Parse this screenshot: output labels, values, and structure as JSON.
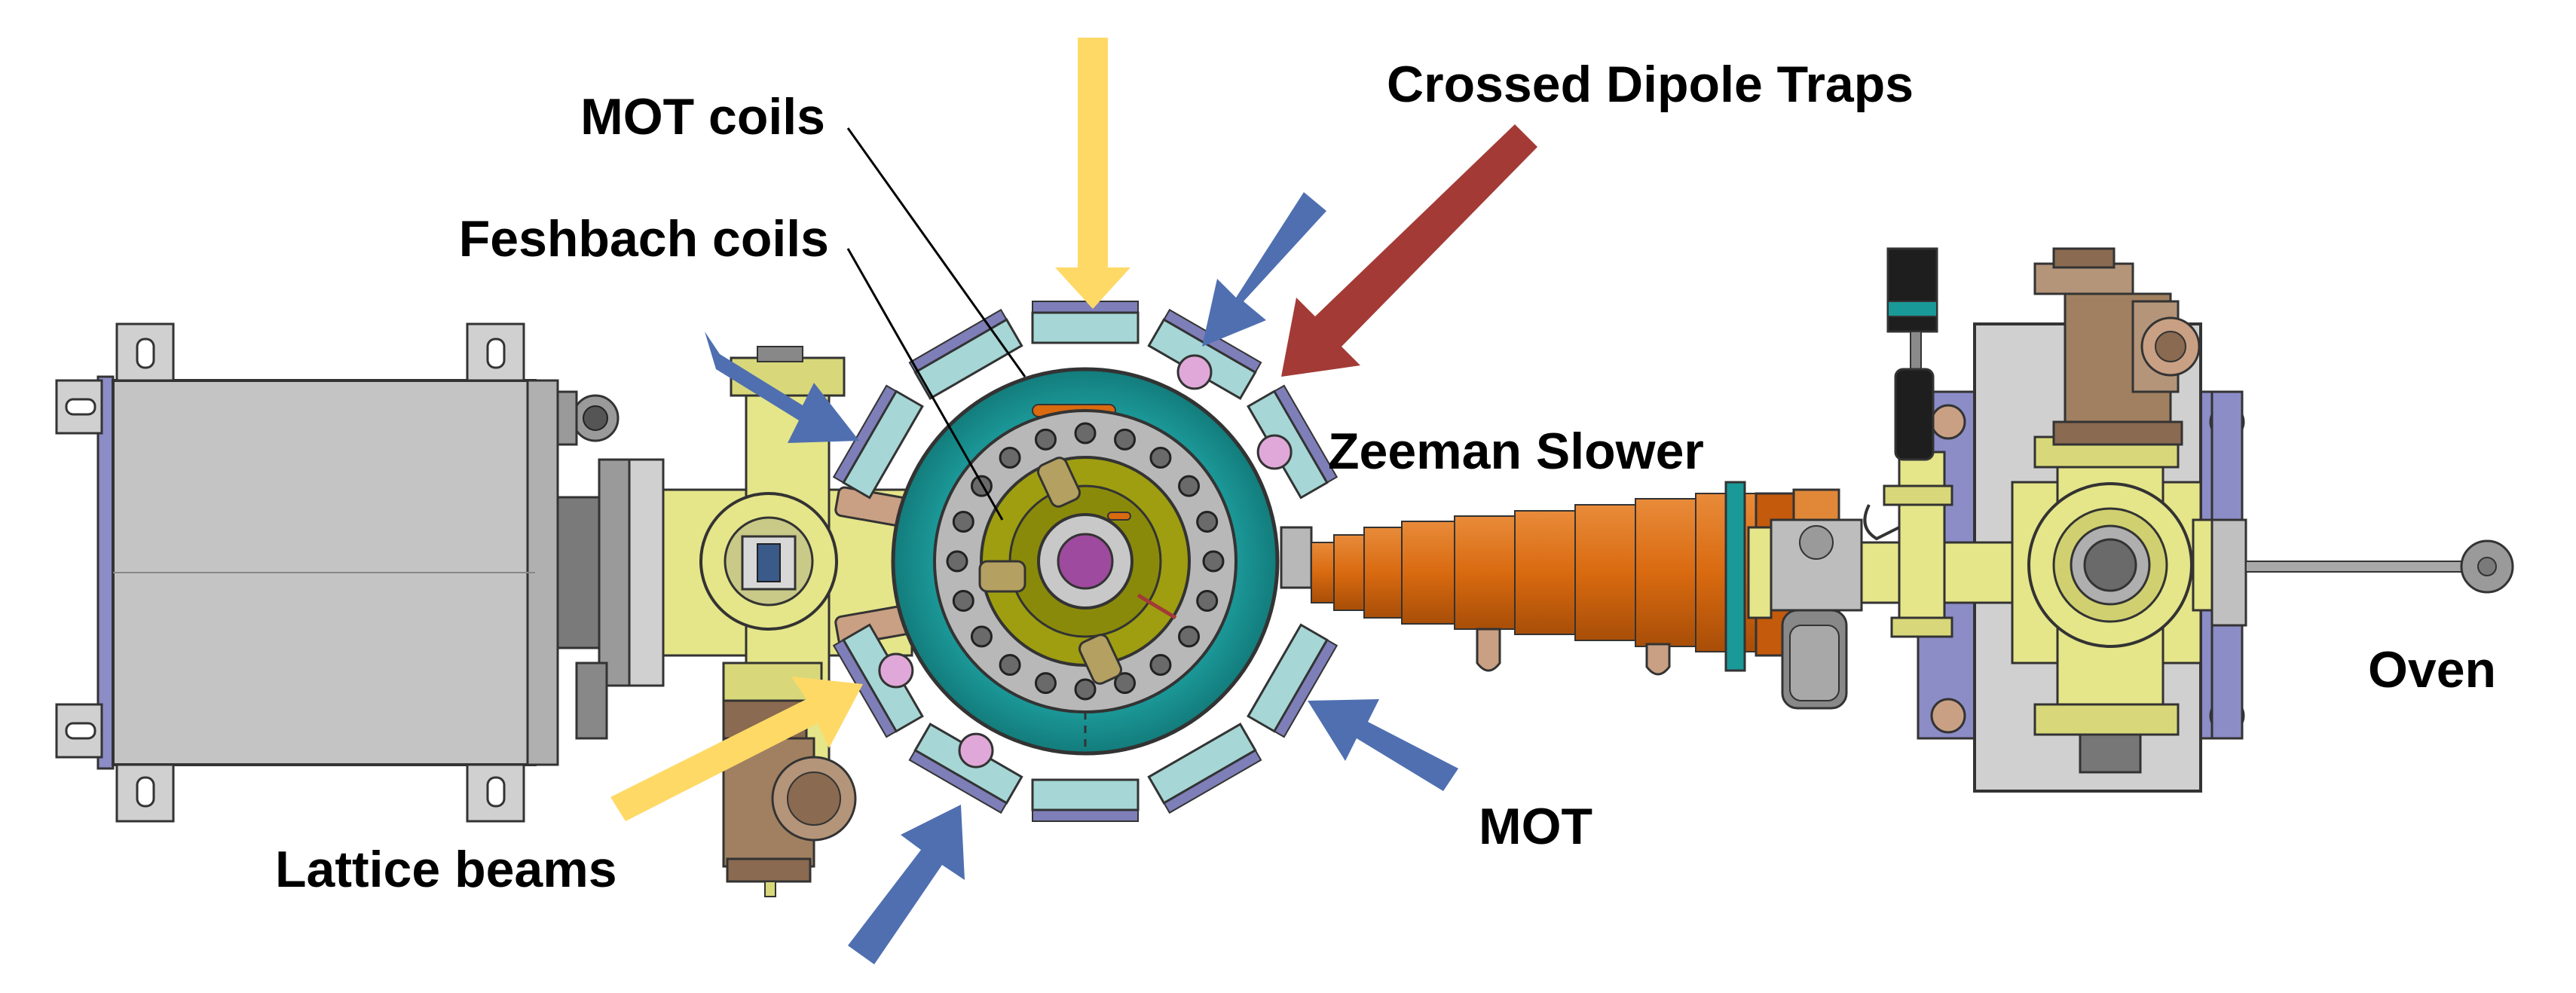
{
  "labels": {
    "mot_coils": "MOT coils",
    "feshbach_coils": "Feshbach coils",
    "crossed_dipole_traps": "Crossed Dipole Traps",
    "zeeman_slower": "Zeeman Slower",
    "oven": "Oven",
    "mot": "MOT",
    "lattice_beams": "Lattice beams"
  },
  "colors": {
    "lattice_beam": "#FFD966",
    "mot_beam": "#4F6FB0",
    "dipole_trap_beam": "#A33A36",
    "vacuum_yellow": "#E5E58A",
    "chamber_teal": "#1A9999",
    "zeeman_orange": "#D96A10",
    "coil_panel": "#A6D6D6",
    "frame_purple": "#8C8CC7",
    "housing_gray": "#C0C0C0",
    "valve_brown": "#A08060",
    "window_magenta": "#9E4A9E"
  }
}
